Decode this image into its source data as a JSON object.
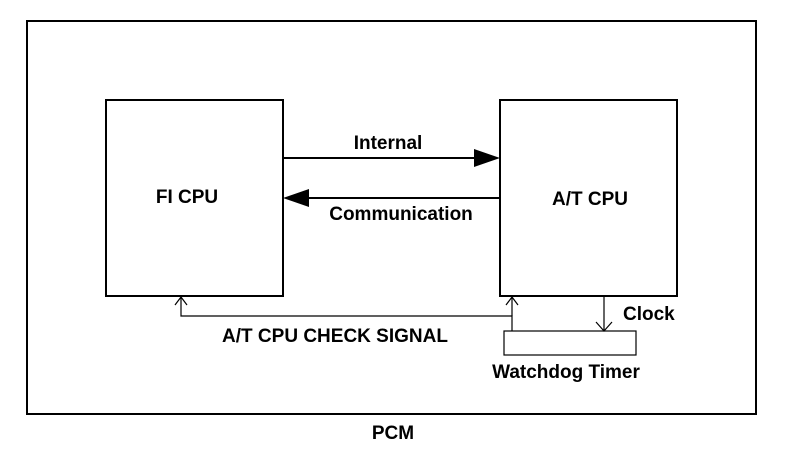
{
  "diagram": {
    "container_label": "PCM",
    "fi_cpu_label": "FI CPU",
    "at_cpu_label": "A/T CPU",
    "internal_label": "Internal",
    "communication_label": "Communication",
    "check_signal_label": "A/T CPU CHECK SIGNAL",
    "clock_label": "Clock",
    "watchdog_label": "Watchdog Timer"
  }
}
